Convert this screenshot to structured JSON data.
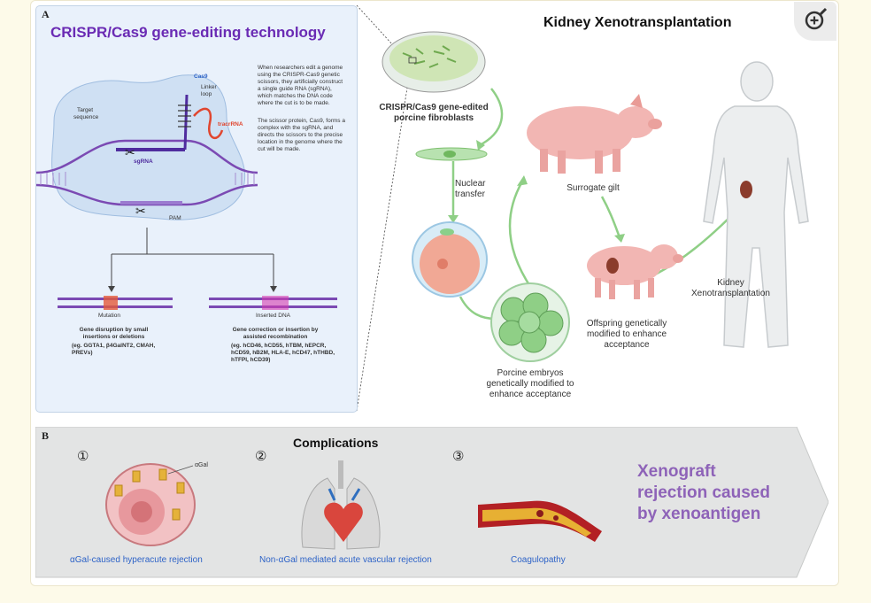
{
  "panel_a": {
    "letter": "A",
    "title": "CRISPR/Cas9 gene-editing technology",
    "labels": {
      "cas9": "Cas9",
      "linker": "Linker",
      "loop": "loop",
      "tracrrna": "tracrRNA",
      "target": "Target",
      "sequence": "sequence",
      "sgrna": "sgRNA",
      "pam": "PAM",
      "mutation": "Mutation",
      "inserted": "Inserted DNA"
    },
    "description_1": "When researchers edit a genome using the CRISPR-Cas9 genetic scissors, they artificially construct a single guide RNA (sgRNA), which matches the DNA code where the cut is to be made.",
    "description_2": "The scissor protein, Cas9, forms a complex with the sgRNA, and directs the scissors to the precise location in the genome where the cut will be made.",
    "outcome_left_title": "Gene disruption by small insertions or deletions",
    "outcome_left_examples": "(eg. GGTA1, β4GalNT2, CMAH, PREVs)",
    "outcome_right_title": "Gene correction or insertion by assisted recombination",
    "outcome_right_examples": "(eg. hCD46, hCD55, hTBM, hEPCR, hCD59, hB2M, HLA-E, hCD47, hTHBD, hTFPI, hCD39)"
  },
  "kidney": {
    "title": "Kidney Xenotransplantation",
    "fibroblasts": "CRISPR/Cas9 gene-edited porcine fibroblasts",
    "nuclear_transfer": "Nuclear transfer",
    "surrogate": "Surrogate gilt",
    "embryos": "Porcine embryos genetically modified to enhance acceptance",
    "offspring": "Offspring genetically modified to enhance acceptance",
    "kidney_xeno": "Kidney Xenotransplantation"
  },
  "panel_b": {
    "letter": "B",
    "title": "Complications",
    "items": [
      {
        "num": "①",
        "label": "αGal-caused hyperacute rejection",
        "sublabel": "αGal"
      },
      {
        "num": "②",
        "label": "Non-αGal mediated acute vascular rejection"
      },
      {
        "num": "③",
        "label": "Coagulopathy"
      }
    ],
    "conclusion": "Xenograft rejection caused by xenoantigen"
  },
  "colors": {
    "title_purple": "#6a2bb4",
    "blue_label": "#2e63c7",
    "arrow_green": "#8fcf86",
    "conclusion_purple": "#8e63b8"
  },
  "icons": {
    "zoom": "zoom-in-icon"
  }
}
